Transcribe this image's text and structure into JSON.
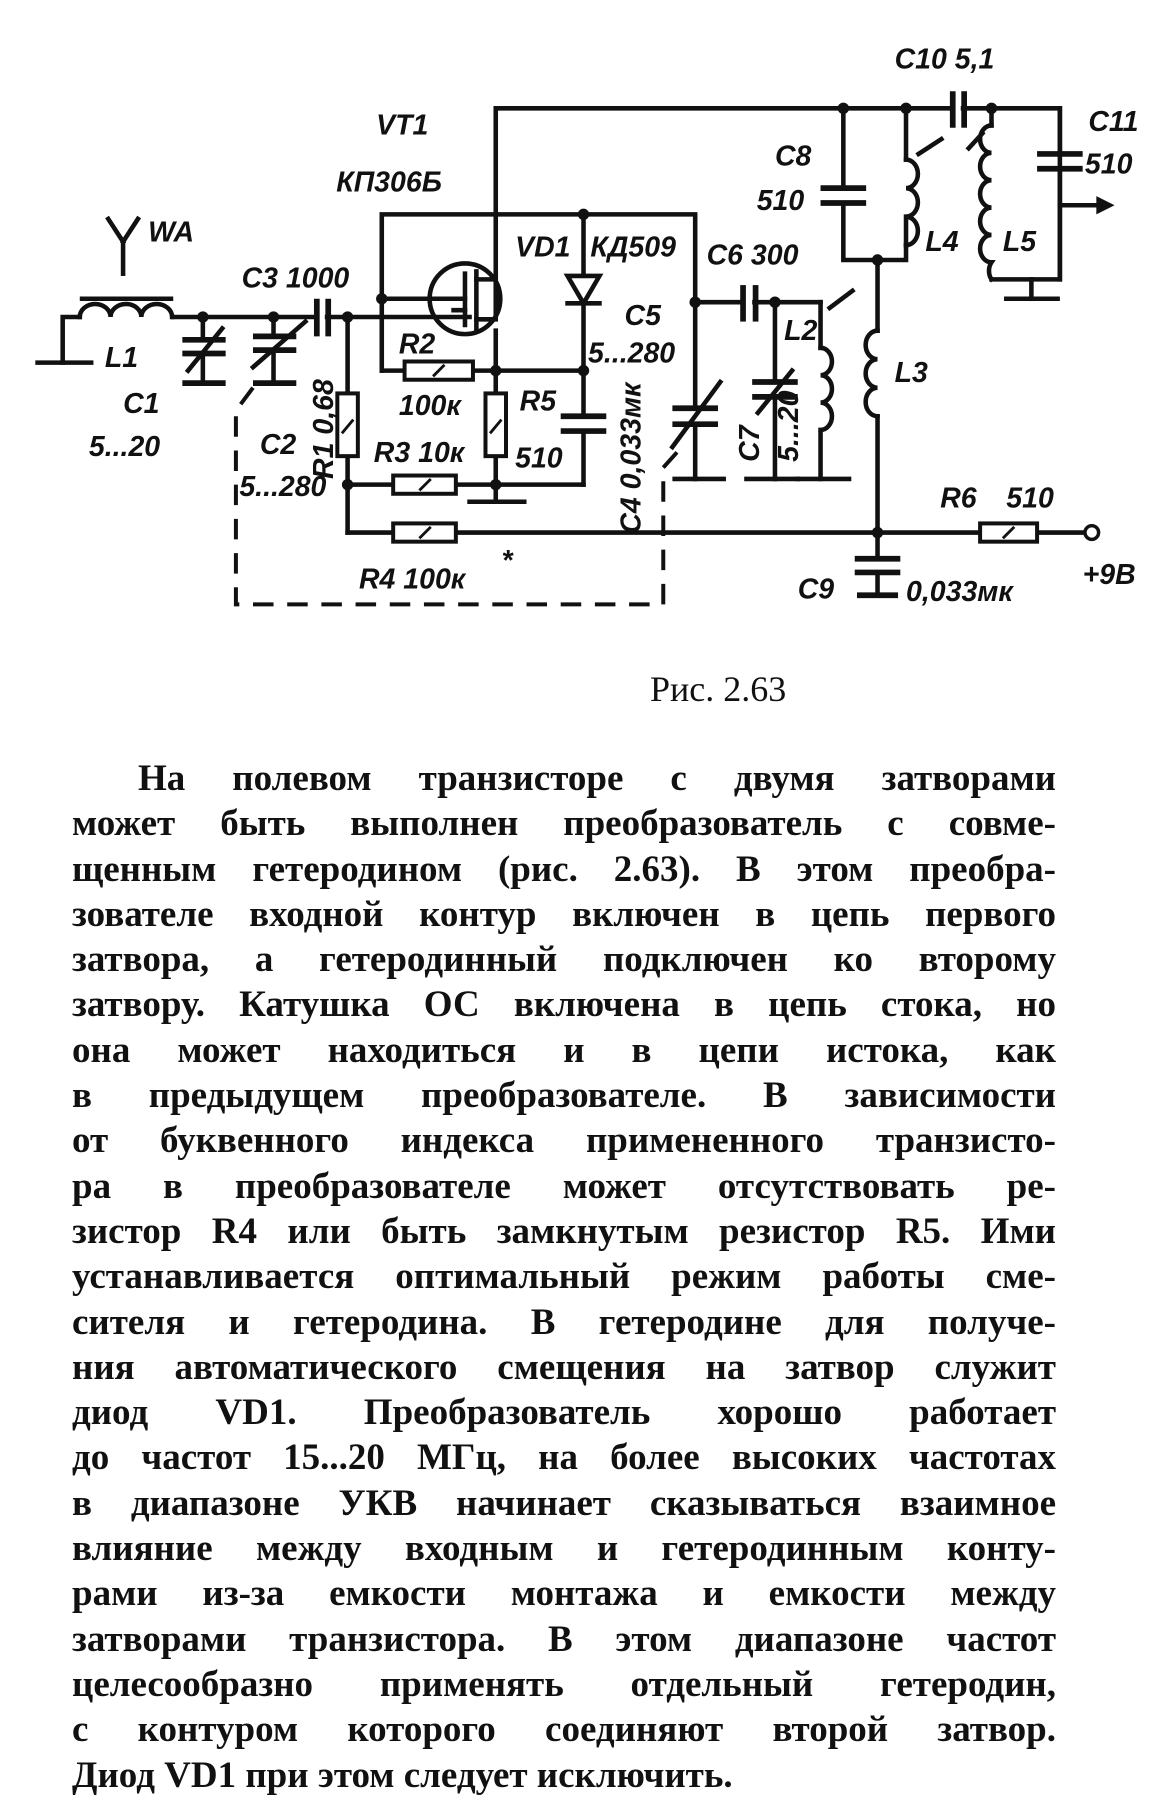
{
  "figure": {
    "labels": {
      "wa": "WA",
      "l1": "L1",
      "c1": "C1",
      "c1_value": "5...20",
      "c2": "C2",
      "c2_value": "5...280",
      "c3": "C3 1000",
      "vt1": "VT1",
      "vt1_type": "КП306Б",
      "r1": "R1 0,68",
      "r2": "R2",
      "r2_value": "100к",
      "r3": "R3  10к",
      "r4": "R4   100к",
      "r4_mark": "*",
      "r5": "R5",
      "r5_value": "510",
      "vd1": "VD1",
      "vd1_type": "КД509",
      "c4": "C4 0,033мк",
      "c5": "C5",
      "c5_value": "5...280",
      "c6": "C6  300",
      "c7": "C7",
      "c7_value": "5...20",
      "l2": "L2",
      "l3": "L3",
      "c8": "C8",
      "c8_value": "510",
      "l4": "L4",
      "c10": "C10  5,1",
      "c11": "C11",
      "c11_value": "510",
      "l5": "L5",
      "r6": "R6",
      "r6_value": "510",
      "supply": "+9В",
      "c9": "C9",
      "c9_value": "0,033мк"
    },
    "caption": "Рис. 2.63"
  },
  "body": {
    "lines": [
      "На полевом транзисторе с двумя затворами",
      "может быть выполнен преобразователь с совме-",
      "щенным гетеродином (рис. 2.63). В этом преобра-",
      "зователе входной контур включен в цепь первого",
      "затвора, а гетеродинный подключен ко второму",
      "затвору. Катушка ОС включена в цепь стока, но",
      "она может находиться и в цепи истока, как",
      "в предыдущем преобразователе. В зависимости",
      "от буквенного индекса примененного транзисто-",
      "ра в преобразователе может отсутствовать ре-",
      "зистор R4 или быть замкнутым резистор R5. Ими",
      "устанавливается оптимальный режим работы сме-",
      "сителя и гетеродина. В гетеродине для получе-",
      "ния автоматического смещения на затвор служит",
      "диод VD1. Преобразователь хорошо работает",
      "до частот 15...20 МГц, на более высоких частотах",
      "в диапазоне УКВ начинает сказываться взаимное",
      "влияние между входным и гетеродинным конту-",
      "рами из-за емкости монтажа и емкости между",
      "затворами транзистора. В этом диапазоне частот",
      "целесообразно применять отдельный гетеродин,",
      "с контуром которого соединяют второй затвор.",
      "Диод VD1 при этом следует исключить."
    ]
  }
}
